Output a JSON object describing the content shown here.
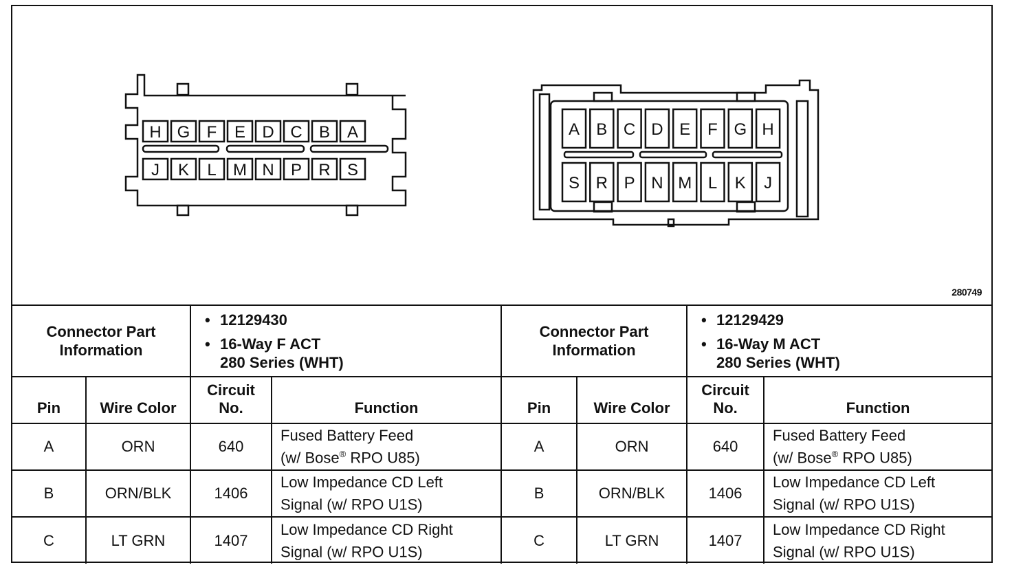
{
  "figure_id": "280749",
  "left_connector": {
    "top_row": [
      "H",
      "G",
      "F",
      "E",
      "D",
      "C",
      "B",
      "A"
    ],
    "bottom_row": [
      "J",
      "K",
      "L",
      "M",
      "N",
      "P",
      "R",
      "S"
    ]
  },
  "right_connector": {
    "top_row": [
      "A",
      "B",
      "C",
      "D",
      "E",
      "F",
      "G",
      "H"
    ],
    "bottom_row": [
      "S",
      "R",
      "P",
      "N",
      "M",
      "L",
      "K",
      "J"
    ]
  },
  "table": {
    "left": {
      "info_label_line1": "Connector Part",
      "info_label_line2": "Information",
      "part_number": "12129430",
      "desc_line1": "16-Way F ACT",
      "desc_line2": "280 Series (WHT)"
    },
    "right": {
      "info_label_line1": "Connector Part",
      "info_label_line2": "Information",
      "part_number": "12129429",
      "desc_line1": "16-Way M ACT",
      "desc_line2": "280 Series (WHT)"
    },
    "headers": {
      "pin": "Pin",
      "wire_color": "Wire Color",
      "circuit_line1": "Circuit",
      "circuit_line2": "No.",
      "function": "Function"
    },
    "rows": [
      {
        "pin": "A",
        "wire": "ORN",
        "circuit": "640",
        "fn1": "Fused Battery Feed",
        "fn2a": "(w/ Bose",
        "sup": "®",
        "fn2b": " RPO U85)"
      },
      {
        "pin": "B",
        "wire": "ORN/BLK",
        "circuit": "1406",
        "fn1": "Low Impedance CD Left",
        "fn2a": "Signal (w/ RPO U1S)",
        "sup": "",
        "fn2b": ""
      },
      {
        "pin": "C",
        "wire": "LT GRN",
        "circuit": "1407",
        "fn1": "Low Impedance CD Right",
        "fn2a": "Signal (w/ RPO U1S)",
        "sup": "",
        "fn2b": ""
      }
    ]
  }
}
